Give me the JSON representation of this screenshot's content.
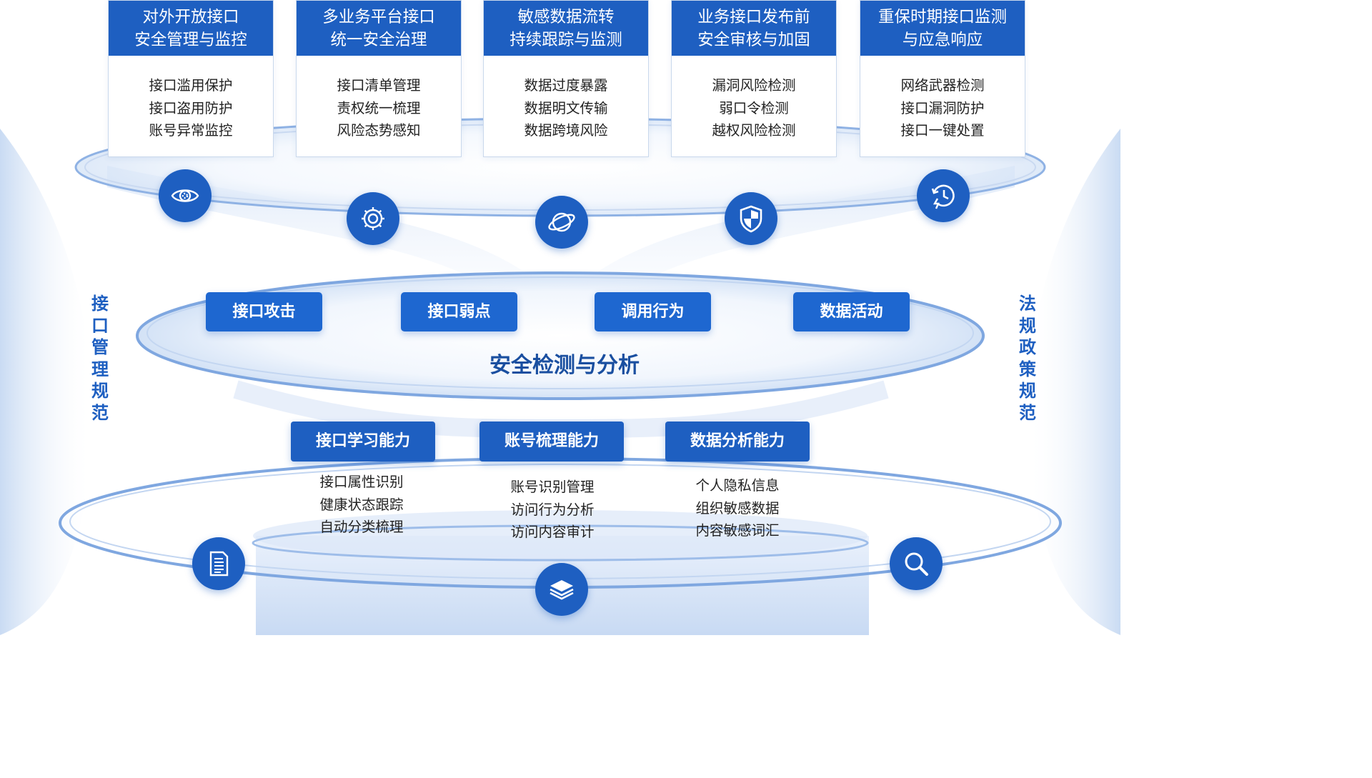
{
  "top_cards": [
    {
      "title": "对外开放接口\n安全管理与监控",
      "items": [
        "接口滥用保护",
        "接口盗用防护",
        "账号异常监控"
      ]
    },
    {
      "title": "多业务平台接口\n统一安全治理",
      "items": [
        "接口清单管理",
        "责权统一梳理",
        "风险态势感知"
      ]
    },
    {
      "title": "敏感数据流转\n持续跟踪与监测",
      "items": [
        "数据过度暴露",
        "数据明文传输",
        "数据跨境风险"
      ]
    },
    {
      "title": "业务接口发布前\n安全审核与加固",
      "items": [
        "漏洞风险检测",
        "弱口令检测",
        "越权风险检测"
      ]
    },
    {
      "title": "重保时期接口监测\n与应急响应",
      "items": [
        "网络武器检测",
        "接口漏洞防护",
        "接口一键处置"
      ]
    }
  ],
  "top_icons": [
    "eye-icon",
    "gear-icon",
    "planet-icon",
    "shield-icon",
    "clock-bolt-icon"
  ],
  "middle": {
    "pills": [
      "接口攻击",
      "接口弱点",
      "调用行为",
      "数据活动"
    ],
    "title": "安全检测与分析"
  },
  "capabilities": [
    {
      "title": "接口学习能力",
      "items": [
        "接口属性识别",
        "健康状态跟踪",
        "自动分类梳理"
      ]
    },
    {
      "title": "账号梳理能力",
      "items": [
        "账号识别管理",
        "访问行为分析",
        "访问内容审计"
      ]
    },
    {
      "title": "数据分析能力",
      "items": [
        "个人隐私信息",
        "组织敏感数据",
        "内容敏感词汇"
      ]
    }
  ],
  "bottom_icons": [
    "document-icon",
    "layers-icon",
    "search-icon"
  ],
  "side_left": "接口管理规范",
  "side_right": "法规政策规范",
  "colors": {
    "primary": "#1e5fc1",
    "pill": "#1e67d0",
    "ring": "#7fa7e0",
    "light_bg": "#e6eefb"
  }
}
